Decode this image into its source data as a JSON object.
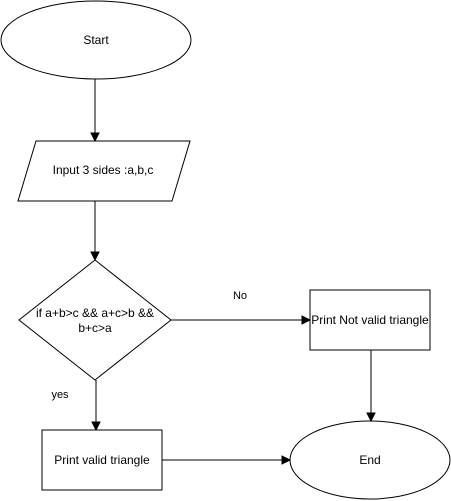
{
  "nodes": {
    "start": {
      "label": "Start"
    },
    "input": {
      "label": "Input 3 sides :a,b,c"
    },
    "decision": {
      "line1": "if a+b>c && a+c>b &&",
      "line2": "b+c>a"
    },
    "not_valid": {
      "label": "Print Not valid triangle"
    },
    "valid": {
      "label": "Print valid triangle"
    },
    "end": {
      "label": "End"
    }
  },
  "edges": {
    "no_label": "No",
    "yes_label": "yes"
  }
}
